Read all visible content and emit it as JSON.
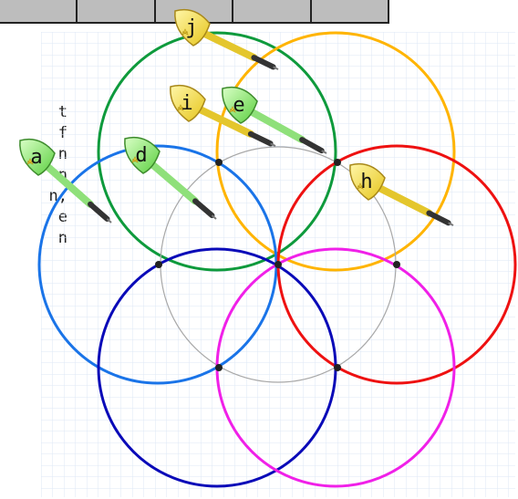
{
  "top_table": {
    "cell_count": 5,
    "fill": "#bdbdbd"
  },
  "left_text_fragments": [
    "t",
    "f",
    "n",
    "n",
    "n,",
    "e",
    "n"
  ],
  "circles": [
    {
      "name": "green",
      "color": "#0e9a3c"
    },
    {
      "name": "yellow",
      "color": "#ffb400"
    },
    {
      "name": "gray",
      "color": "#a8a8a8"
    },
    {
      "name": "light-blue",
      "color": "#1a74e8"
    },
    {
      "name": "red",
      "color": "#ee1111"
    },
    {
      "name": "dark-blue",
      "color": "#0a0ab8"
    },
    {
      "name": "magenta",
      "color": "#f020e8"
    }
  ],
  "darts": [
    {
      "label": "j",
      "style": "yellow"
    },
    {
      "label": "i",
      "style": "yellow"
    },
    {
      "label": "e",
      "style": "green"
    },
    {
      "label": "a",
      "style": "green"
    },
    {
      "label": "d",
      "style": "green"
    },
    {
      "label": "h",
      "style": "yellow"
    }
  ]
}
